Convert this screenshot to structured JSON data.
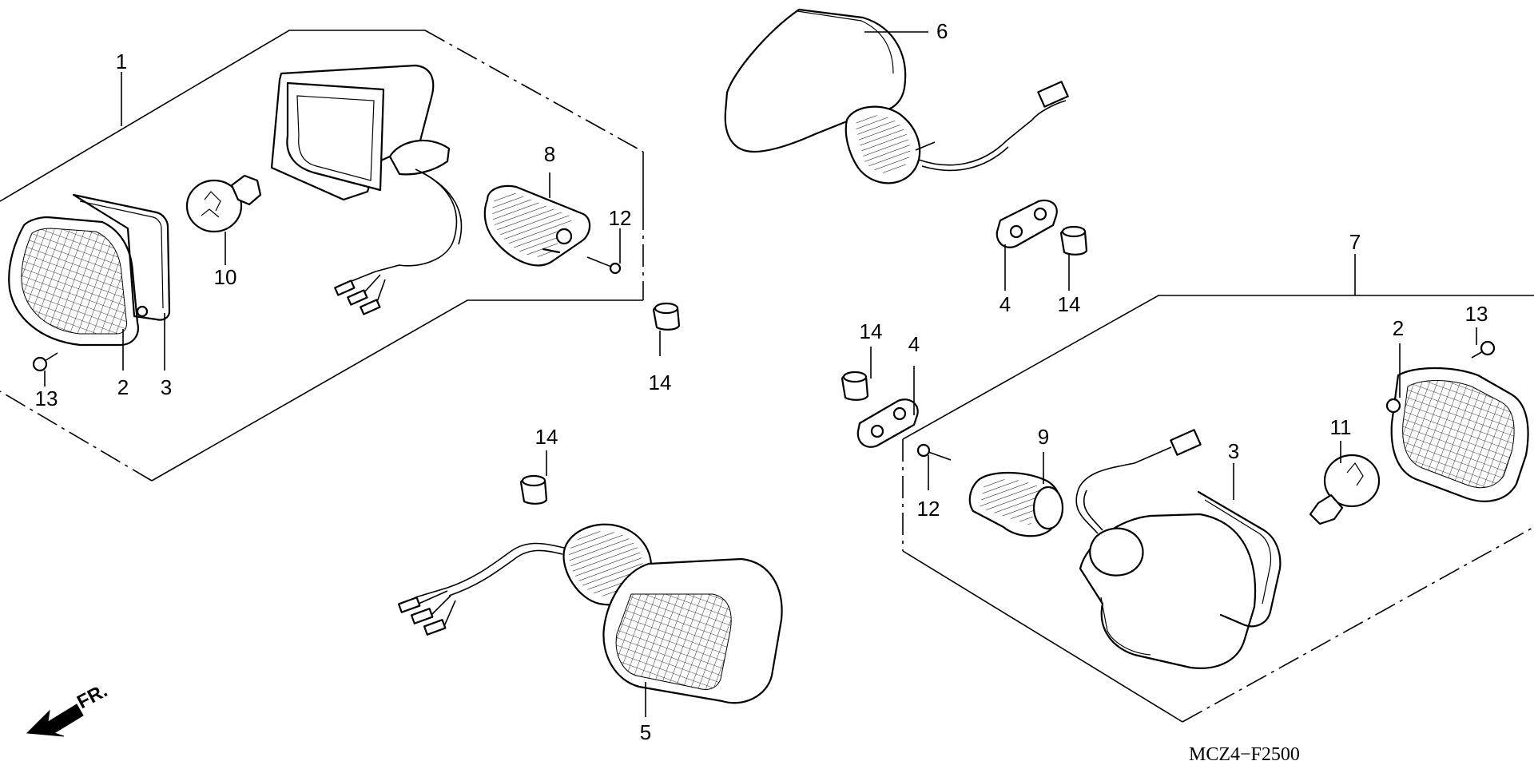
{
  "diagram": {
    "drawing_code": "MCZ4−F2500",
    "direction_label": "FR.",
    "callouts": [
      "1",
      "2",
      "3",
      "13",
      "10",
      "8",
      "12",
      "14",
      "6",
      "4",
      "14",
      "7",
      "14",
      "4",
      "2",
      "13",
      "14",
      "9",
      "12",
      "3",
      "11",
      "5"
    ]
  }
}
